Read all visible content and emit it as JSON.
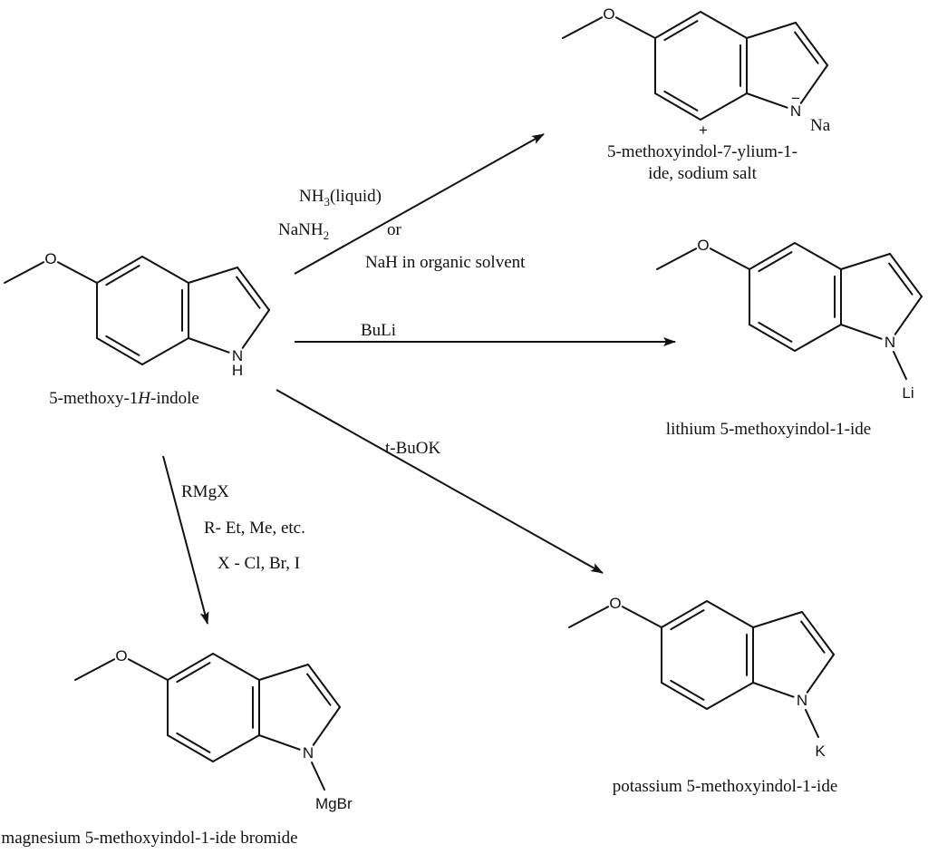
{
  "starting_material": {
    "name_pre": "5-methoxy-1",
    "name_italic": "H",
    "name_post": "-indole",
    "n_label": "N",
    "h_label": "H",
    "o_label": "O"
  },
  "reactions": [
    {
      "reagent_line1_main": "NH",
      "reagent_line1_sub": "3",
      "reagent_line1_post": "(liquid)",
      "reagent_line2_main": "NaNH",
      "reagent_line2_sub": "2",
      "or": "or",
      "alt": "NaH in organic solvent"
    },
    {
      "reagent": "BuLi"
    },
    {
      "reagent": "t-BuOK"
    },
    {
      "reagent": "RMgX",
      "r_note": "R- Et, Me, etc.",
      "x_note": "X - Cl, Br, I"
    }
  ],
  "products": [
    {
      "metal": "Na",
      "charge_n": "−",
      "charge_c": "+",
      "name_line1": "5-methoxyindol-7-ylium-1-",
      "name_line2": "ide, sodium salt",
      "n_label": "N",
      "o_label": "O"
    },
    {
      "metal": "Li",
      "name_line1": "lithium 5-methoxyindol-1-ide",
      "n_label": "N",
      "o_label": "O"
    },
    {
      "metal": "K",
      "name_line1": "potassium 5-methoxyindol-1-ide",
      "n_label": "N",
      "o_label": "O"
    },
    {
      "metal": "MgBr",
      "name_line1": "magnesium 5-methoxyindol-1-ide bromide",
      "n_label": "N",
      "o_label": "O"
    }
  ]
}
